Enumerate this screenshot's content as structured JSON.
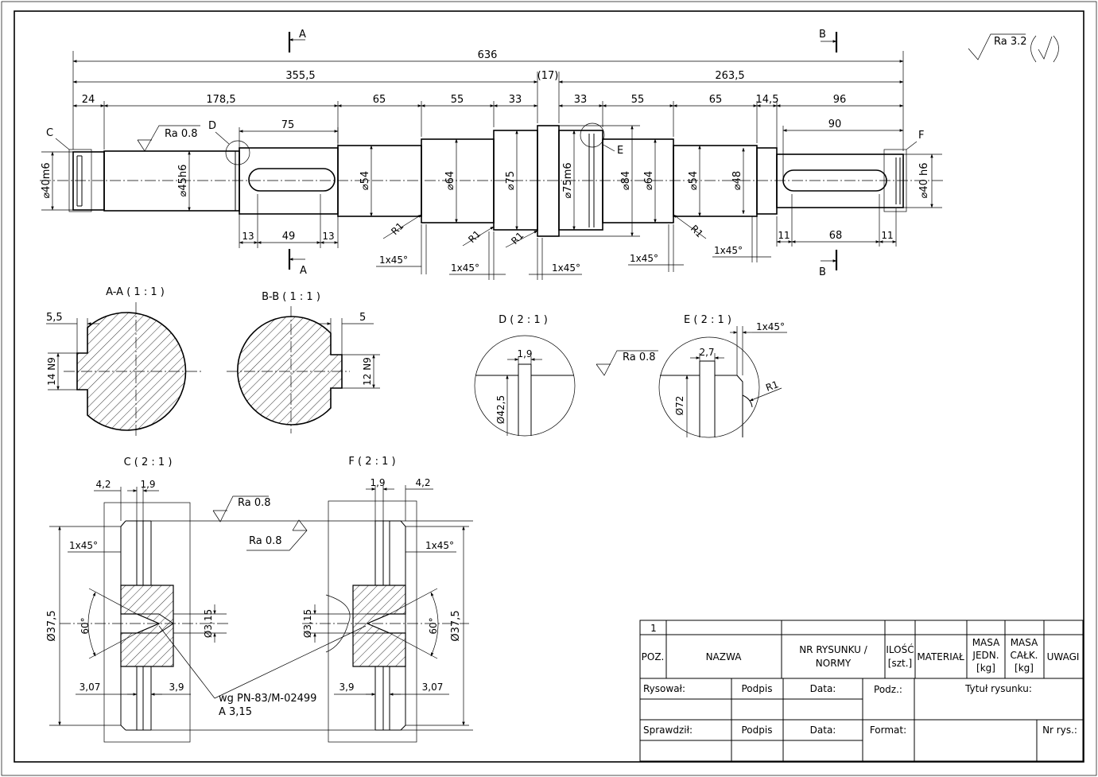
{
  "drawing": {
    "roughness_general": "Ra 3.2",
    "roughness_shaft": "Ra 0.8",
    "overall": {
      "total": "636",
      "left_half": "355,5",
      "collar": "(17)",
      "right_half": "263,5"
    },
    "lengths": [
      "24",
      "178,5",
      "65",
      "55",
      "33",
      "33",
      "55",
      "65",
      "14,5",
      "96"
    ],
    "keyway_left": {
      "length": "75",
      "a": "13",
      "b": "49",
      "c": "13"
    },
    "keyway_right": {
      "length": "90",
      "a": "11",
      "b": "68",
      "c": "11"
    },
    "diameters": [
      "⌀40m6",
      "⌀45h6",
      "⌀54",
      "⌀64",
      "⌀75",
      "⌀75m6",
      "⌀84",
      "⌀64",
      "⌀54",
      "⌀48",
      "⌀40 h6"
    ],
    "radius": "R1",
    "chamfer": "1x45°",
    "section_A": "A",
    "section_B": "B",
    "detail_C": "C",
    "detail_D": "D",
    "detail_E": "E",
    "detail_F": "F"
  },
  "sections": {
    "aa": {
      "title": "A-A ( 1 : 1 )",
      "depth": "5,5",
      "width": "14 N9"
    },
    "bb": {
      "title": "B-B ( 1 : 1 )",
      "depth": "5",
      "width": "12 N9"
    }
  },
  "details": {
    "d": {
      "title": "D ( 2 : 1 )",
      "width": "1,9",
      "diameter": "Ø42,5"
    },
    "e": {
      "title": "E ( 2 : 1 )",
      "width": "2,7",
      "diameter": "Ø72",
      "chamfer": "1x45°",
      "radius": "R1"
    },
    "e_roughness": "Ra 0.8",
    "c": {
      "title": "C ( 2 : 1 )",
      "a": "4,2",
      "b": "1,9",
      "chamfer": "1x45°",
      "angle": "60°",
      "dia_big": "Ø37,5",
      "dia_small": "Ø3,15",
      "x1": "3,07",
      "x2": "3,9",
      "ra": "Ra 0.8"
    },
    "f": {
      "title": "F ( 2 : 1 )",
      "a": "1,9",
      "b": "4,2",
      "chamfer": "1x45°",
      "angle": "60°",
      "dia_big": "Ø37,5",
      "dia_small": "Ø3,15",
      "x1": "3,9",
      "x2": "3,07",
      "ra": "Ra 0.8"
    },
    "center_note_1": "wg PN-83/M-02499",
    "center_note_2": "A 3,15"
  },
  "titleblock": {
    "row_no": "1",
    "h_poz": "POZ.",
    "h_nazwa": "NAZWA",
    "h_nr_1": "NR RYSUNKU /",
    "h_nr_2": "NORMY",
    "h_ilosc_1": "ILOŚĆ",
    "h_ilosc_2": "[szt.]",
    "h_material": "MATERIAŁ",
    "h_masa_j_1": "MASA",
    "h_masa_j_2": "JEDN.",
    "h_masa_j_3": "[kg]",
    "h_masa_c_1": "MASA",
    "h_masa_c_2": "CAŁK.",
    "h_masa_c_3": "[kg]",
    "h_uwagi": "UWAGI",
    "rysowal": "Rysował:",
    "podpis": "Podpis",
    "data": "Data:",
    "podz": "Podz.:",
    "tytul": "Tytuł rysunku:",
    "sprawdzil": "Sprawdził:",
    "format": "Format:",
    "nr_rys": "Nr rys.:"
  }
}
